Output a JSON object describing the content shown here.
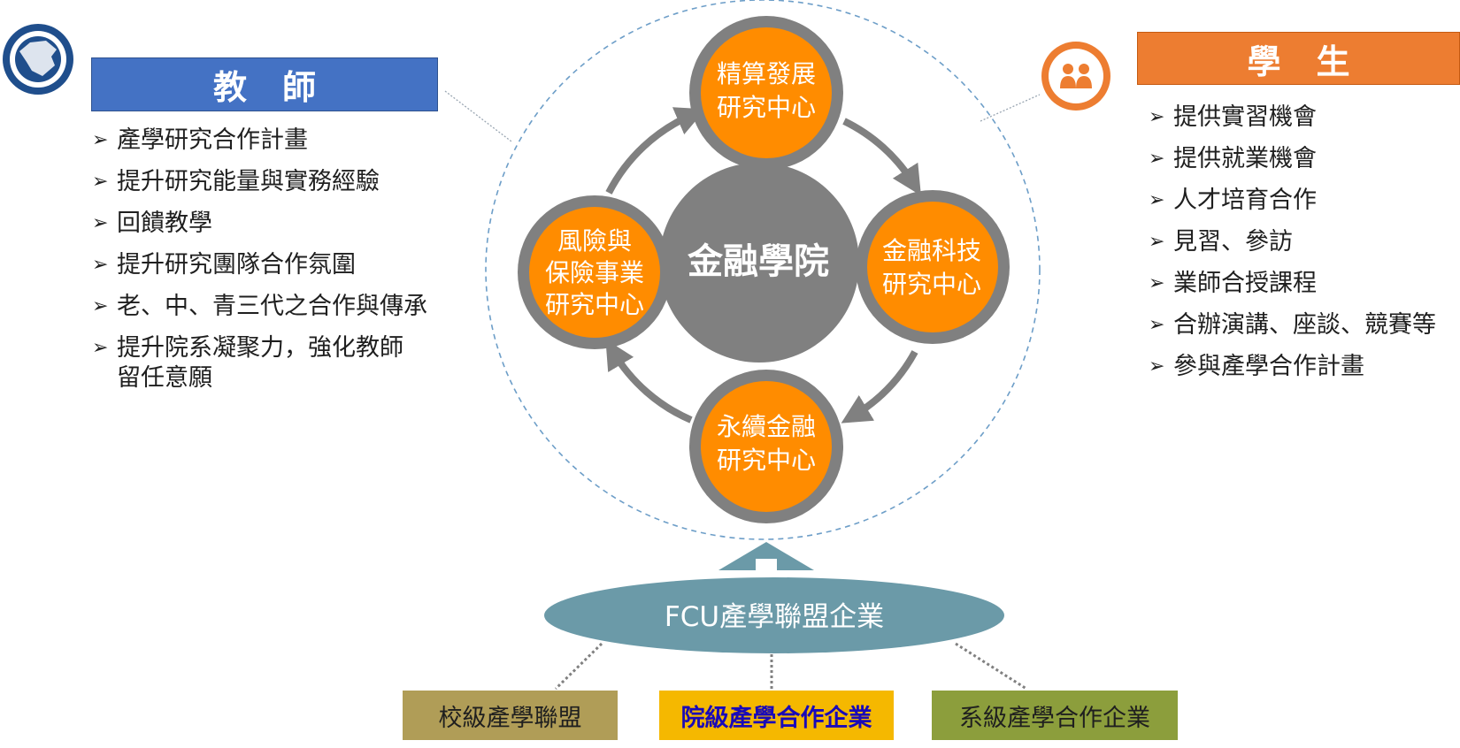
{
  "teacher": {
    "header": "教師",
    "items": [
      "產學研究合作計畫",
      "提升研究能量與實務經驗",
      "回饋教學",
      "提升研究團隊合作氛圍",
      "老、中、青三代之合作與傳承",
      "提升院系凝聚力，強化教師\n留任意願"
    ]
  },
  "student": {
    "header": "學生",
    "items": [
      "提供實習機會",
      "提供就業機會",
      "人才培育合作",
      "見習、參訪",
      "業師合授課程",
      "合辦演講、座談、競賽等",
      "參與產學合作計畫"
    ]
  },
  "hub": {
    "label": "金融學院"
  },
  "centers": {
    "top": {
      "line1": "精算發展",
      "line2": "研究中心"
    },
    "right": {
      "line1": "金融科技",
      "line2": "研究中心"
    },
    "bottom": {
      "line1": "永續金融",
      "line2": "研究中心"
    },
    "left": {
      "line1": "風險與",
      "line2": "保險事業",
      "line3": "研究中心"
    }
  },
  "alliance": {
    "label": "FCU產學聯盟企業"
  },
  "tiers": {
    "school": "校級產學聯盟",
    "college": "院級產學合作企業",
    "dept": "系級產學合作企業"
  },
  "colors": {
    "teacher_header": "#4472c4",
    "student_header": "#ed7d31",
    "center_orange": "#ff8c00",
    "hub_gray": "#808080",
    "ring_gray": "#808080",
    "alliance_teal": "#6b9aa8",
    "tier_school": "#b09d57",
    "tier_college": "#f5b800",
    "tier_dept": "#8c9e3c",
    "logo_blue": "#1f4e8c"
  },
  "icons": {
    "logo": "university-seal-icon",
    "student": "people-icon"
  }
}
